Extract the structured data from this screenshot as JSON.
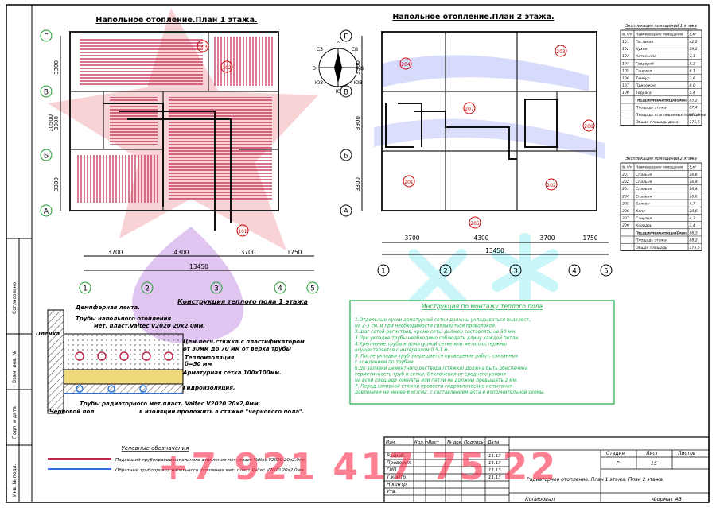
{
  "plan1": {
    "title": "Напольное отопление.План 1 этажа.",
    "axes_letters": [
      "Г",
      "В",
      "Б",
      "А"
    ],
    "axes_numbers": [
      "1",
      "2",
      "3",
      "4",
      "5"
    ],
    "dims_bottom": [
      "3700",
      "4300",
      "3700",
      "1750"
    ],
    "total": "13450",
    "dims_left": [
      "3300",
      "3900",
      "3300"
    ],
    "left_total": "10500",
    "rooms": [
      "103",
      "102",
      "101"
    ]
  },
  "plan2": {
    "title": "Напольное отопление.План 2 этажа.",
    "dims_bottom": [
      "3700",
      "4300",
      "3700",
      "1750"
    ],
    "total": "13450",
    "rooms": [
      "204",
      "203",
      "207",
      "206",
      "201",
      "202",
      "205"
    ]
  },
  "compass": {
    "labels": [
      "С",
      "СВ",
      "В",
      "ЮВ",
      "Ю",
      "ЮЗ",
      "З",
      "СЗ"
    ]
  },
  "floor": {
    "title": "Конструкция теплого пола 1 этажа",
    "labels": [
      "Демпферная лента.",
      "Трубы напольного отопления",
      "мет. пласт.Valtec V2020  20х2,0мм.",
      "Пленка",
      "Цем.песч.стяжка.с пластификатором",
      "от 30мм до 70 мм  от верха трубы",
      "Теплоизоляция",
      "б=50 мм",
      "Арматурная сетка 100х100мм.",
      "Гидроизоляция.",
      "Черновой пол",
      "Трубы радиаторного мет.пласт. Valtec V2020  20х2,0мм.",
      "в изоляции проложить в стяжке \"чернового пола\"."
    ]
  },
  "instructions": {
    "title": "Инструкция по монтажу теплого пола",
    "lines": [
      "1.Отдельные куски арматурной сетки должны укладываться внахлест,",
      "на 2-3 см, и при необходимости связываться проволокой.",
      "2.Шаг сетей регистров, кроме сеть, должен составлять не 50 мм.",
      "3.При укладке трубы необходимо соблюдать длину каждой петли.",
      "4.Крепление трубы к арматурной сетке или металлостержню",
      "осуществляется с интервалом 0,5-1 м.",
      "5. После укладки труб запрещается проведение работ, связанных",
      "с хождением по трубам.",
      "6.До заливки цементного раствора (стяжки) должна быть обеспечена",
      "герметичность труб и сетки. Отклонения от среднего уровня",
      "на всей площади комнаты или петли не должны превышать 2 мм.",
      "7. Перед заливкой стяжки провести гидравлические испытания",
      "давлением не менее 6 кг/см2, с составлением акта и исполнительной схемы."
    ]
  },
  "legend": {
    "title": "Условные обозначения",
    "supply": "Подающий трубопровод напольного отопления мет. пласт.Valtec V2020  20х2,0мм.",
    "return": "Обратный трубопровод напольного отопления мет. пласт.Valtec V2020  20х2,0мм."
  },
  "spec1": {
    "title": "Экспликация помещений 1 этажа",
    "headers": [
      "№ п/п",
      "Наименование помещения",
      "S,м²"
    ],
    "rows": [
      [
        "101",
        "Гостиная",
        "42,2"
      ],
      [
        "102",
        "Кухня",
        "19,2"
      ],
      [
        "103",
        "Котельная",
        "7,1"
      ],
      [
        "104",
        "Гардероб",
        "5,2"
      ],
      [
        "105",
        "Санузел",
        "6,1"
      ],
      [
        "106",
        "Тамбур",
        "3,6"
      ],
      [
        "107",
        "Прихожая",
        "8,0"
      ],
      [
        "108",
        "Терраса",
        "5,4"
      ],
      [
        "",
        "Площадь отапливаемых помещений 1 этажа",
        "85,2"
      ],
      [
        "",
        "Площадь этажа",
        "87,4"
      ],
      [
        "",
        "Площадь отапливаемых помещений",
        "171,5"
      ],
      [
        "",
        "Общая площадь дома",
        "175,6"
      ]
    ]
  },
  "spec2": {
    "title": "Экспликация помещений 2 этажа",
    "headers": [
      "№ п/п",
      "Наименование помещения",
      "S,м²"
    ],
    "rows": [
      [
        "201",
        "Спальня",
        "16,6"
      ],
      [
        "202",
        "Спальня",
        "16,8"
      ],
      [
        "203",
        "Спальня",
        "16,8"
      ],
      [
        "204",
        "Спальня",
        "16,6"
      ],
      [
        "205",
        "Балкон",
        "4,7"
      ],
      [
        "206",
        "Холл",
        "20,6"
      ],
      [
        "207",
        "Санузел",
        "4,3"
      ],
      [
        "208",
        "Коридор",
        "3,4"
      ],
      [
        "",
        "Площадь отапливаемых помещений 2 этажа",
        "86,3"
      ],
      [
        "",
        "Площадь этажа",
        "88,2"
      ],
      [
        "",
        "Общая площадь",
        "175,6"
      ]
    ]
  },
  "stamp": {
    "roles": [
      "Изм.",
      "Кол.уч",
      "Лист",
      "№ док.",
      "Подпись",
      "Дата"
    ],
    "people": [
      "Разраб.",
      "Проверил",
      "ГИП",
      "Т.контр.",
      "Н.контр.",
      "Утв."
    ],
    "dates": [
      "11.13",
      "11.13",
      "11.13",
      "11.13"
    ],
    "stage_h": "Стадия",
    "sheet_h": "Лист",
    "sheets_h": "Листов",
    "stage": "Р",
    "sheet": "15",
    "doc_title": "Радиаторное отопление. План 1 этажа. План 2 этажа.",
    "copied": "Копировал",
    "format": "Формат A3"
  },
  "side_stamp": [
    "Согласовано",
    "Взам. инв. №",
    "Подп. и дата",
    "Инв. № подл."
  ],
  "watermark": "+7 921 417 75 22"
}
